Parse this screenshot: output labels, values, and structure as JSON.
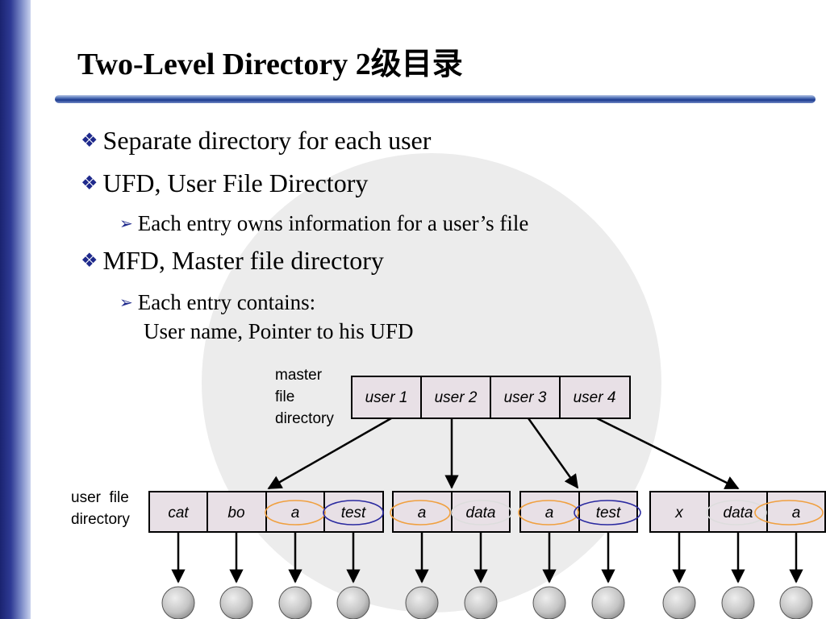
{
  "title": "Two-Level Directory 2级目录",
  "bullets": {
    "b1": "Separate directory for each user",
    "b2": "UFD, User File Directory",
    "b2_sub": "Each entry owns information for a user’s file",
    "b3": "MFD, Master file directory",
    "b3_sub_line1": "Each entry contains:",
    "b3_sub_line2": "User name, Pointer to his UFD"
  },
  "icons": {
    "level1": "diamond-bullet-icon",
    "level2": "arrow-bullet-icon"
  },
  "colors": {
    "bullet": "#1f2a8c",
    "cell": "#e8e0e6",
    "orange": "#f0a040",
    "navy": "#2b2aa0",
    "file": "#c4c4c4"
  },
  "diagram": {
    "master_label": [
      "master",
      "file",
      "directory"
    ],
    "ufd_label": [
      "user  file",
      "directory"
    ],
    "mfd_entries": [
      "user 1",
      "user 2",
      "user 3",
      "user 4"
    ],
    "ufd_groups": [
      [
        "cat",
        "bo",
        "a",
        "test"
      ],
      [
        "a",
        "data"
      ],
      [
        "a",
        "test"
      ],
      [
        "x",
        "data",
        "a"
      ]
    ]
  }
}
